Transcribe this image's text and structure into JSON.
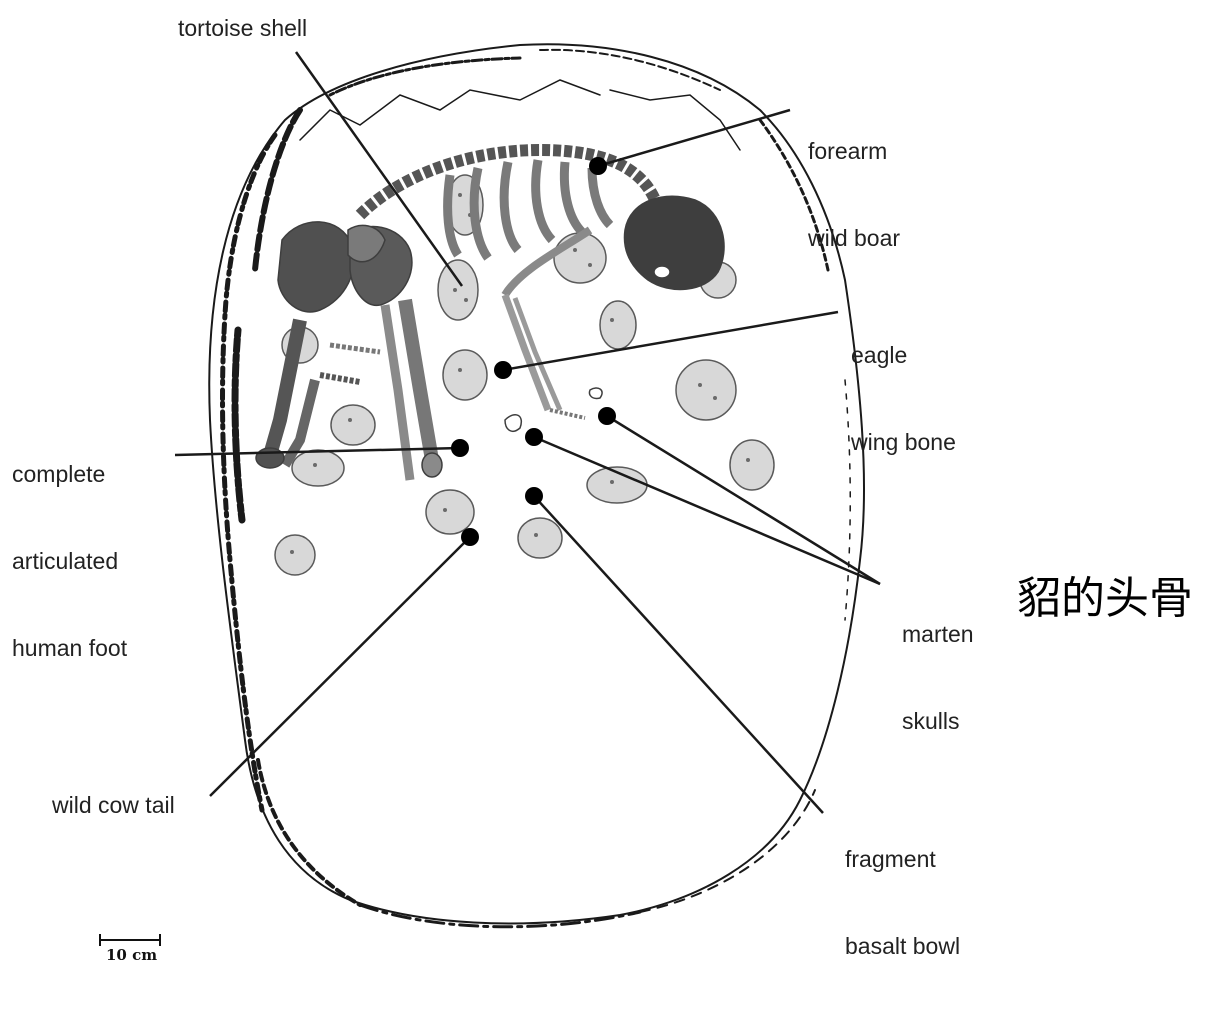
{
  "labels": {
    "tortoise_shell": "tortoise shell",
    "forearm_line1": "forearm",
    "forearm_line2": "wild boar",
    "eagle_line1": "eagle",
    "eagle_line2": "wing bone",
    "foot_line1": "complete",
    "foot_line2": "articulated",
    "foot_line3": "human foot",
    "marten_line1": "marten",
    "marten_line2": "skulls",
    "marten_chinese": "貂的头骨",
    "wild_cow_tail": "wild cow tail",
    "fragment_line1": "fragment",
    "fragment_line2": "basalt bowl"
  },
  "scale_bar": {
    "text": "10 cm"
  },
  "colors": {
    "ink": "#1a1a1a",
    "bone": "#8a8a8a",
    "bone_dark": "#3e3e3e",
    "stone": "#9a9a9a",
    "dot": "#000000"
  }
}
